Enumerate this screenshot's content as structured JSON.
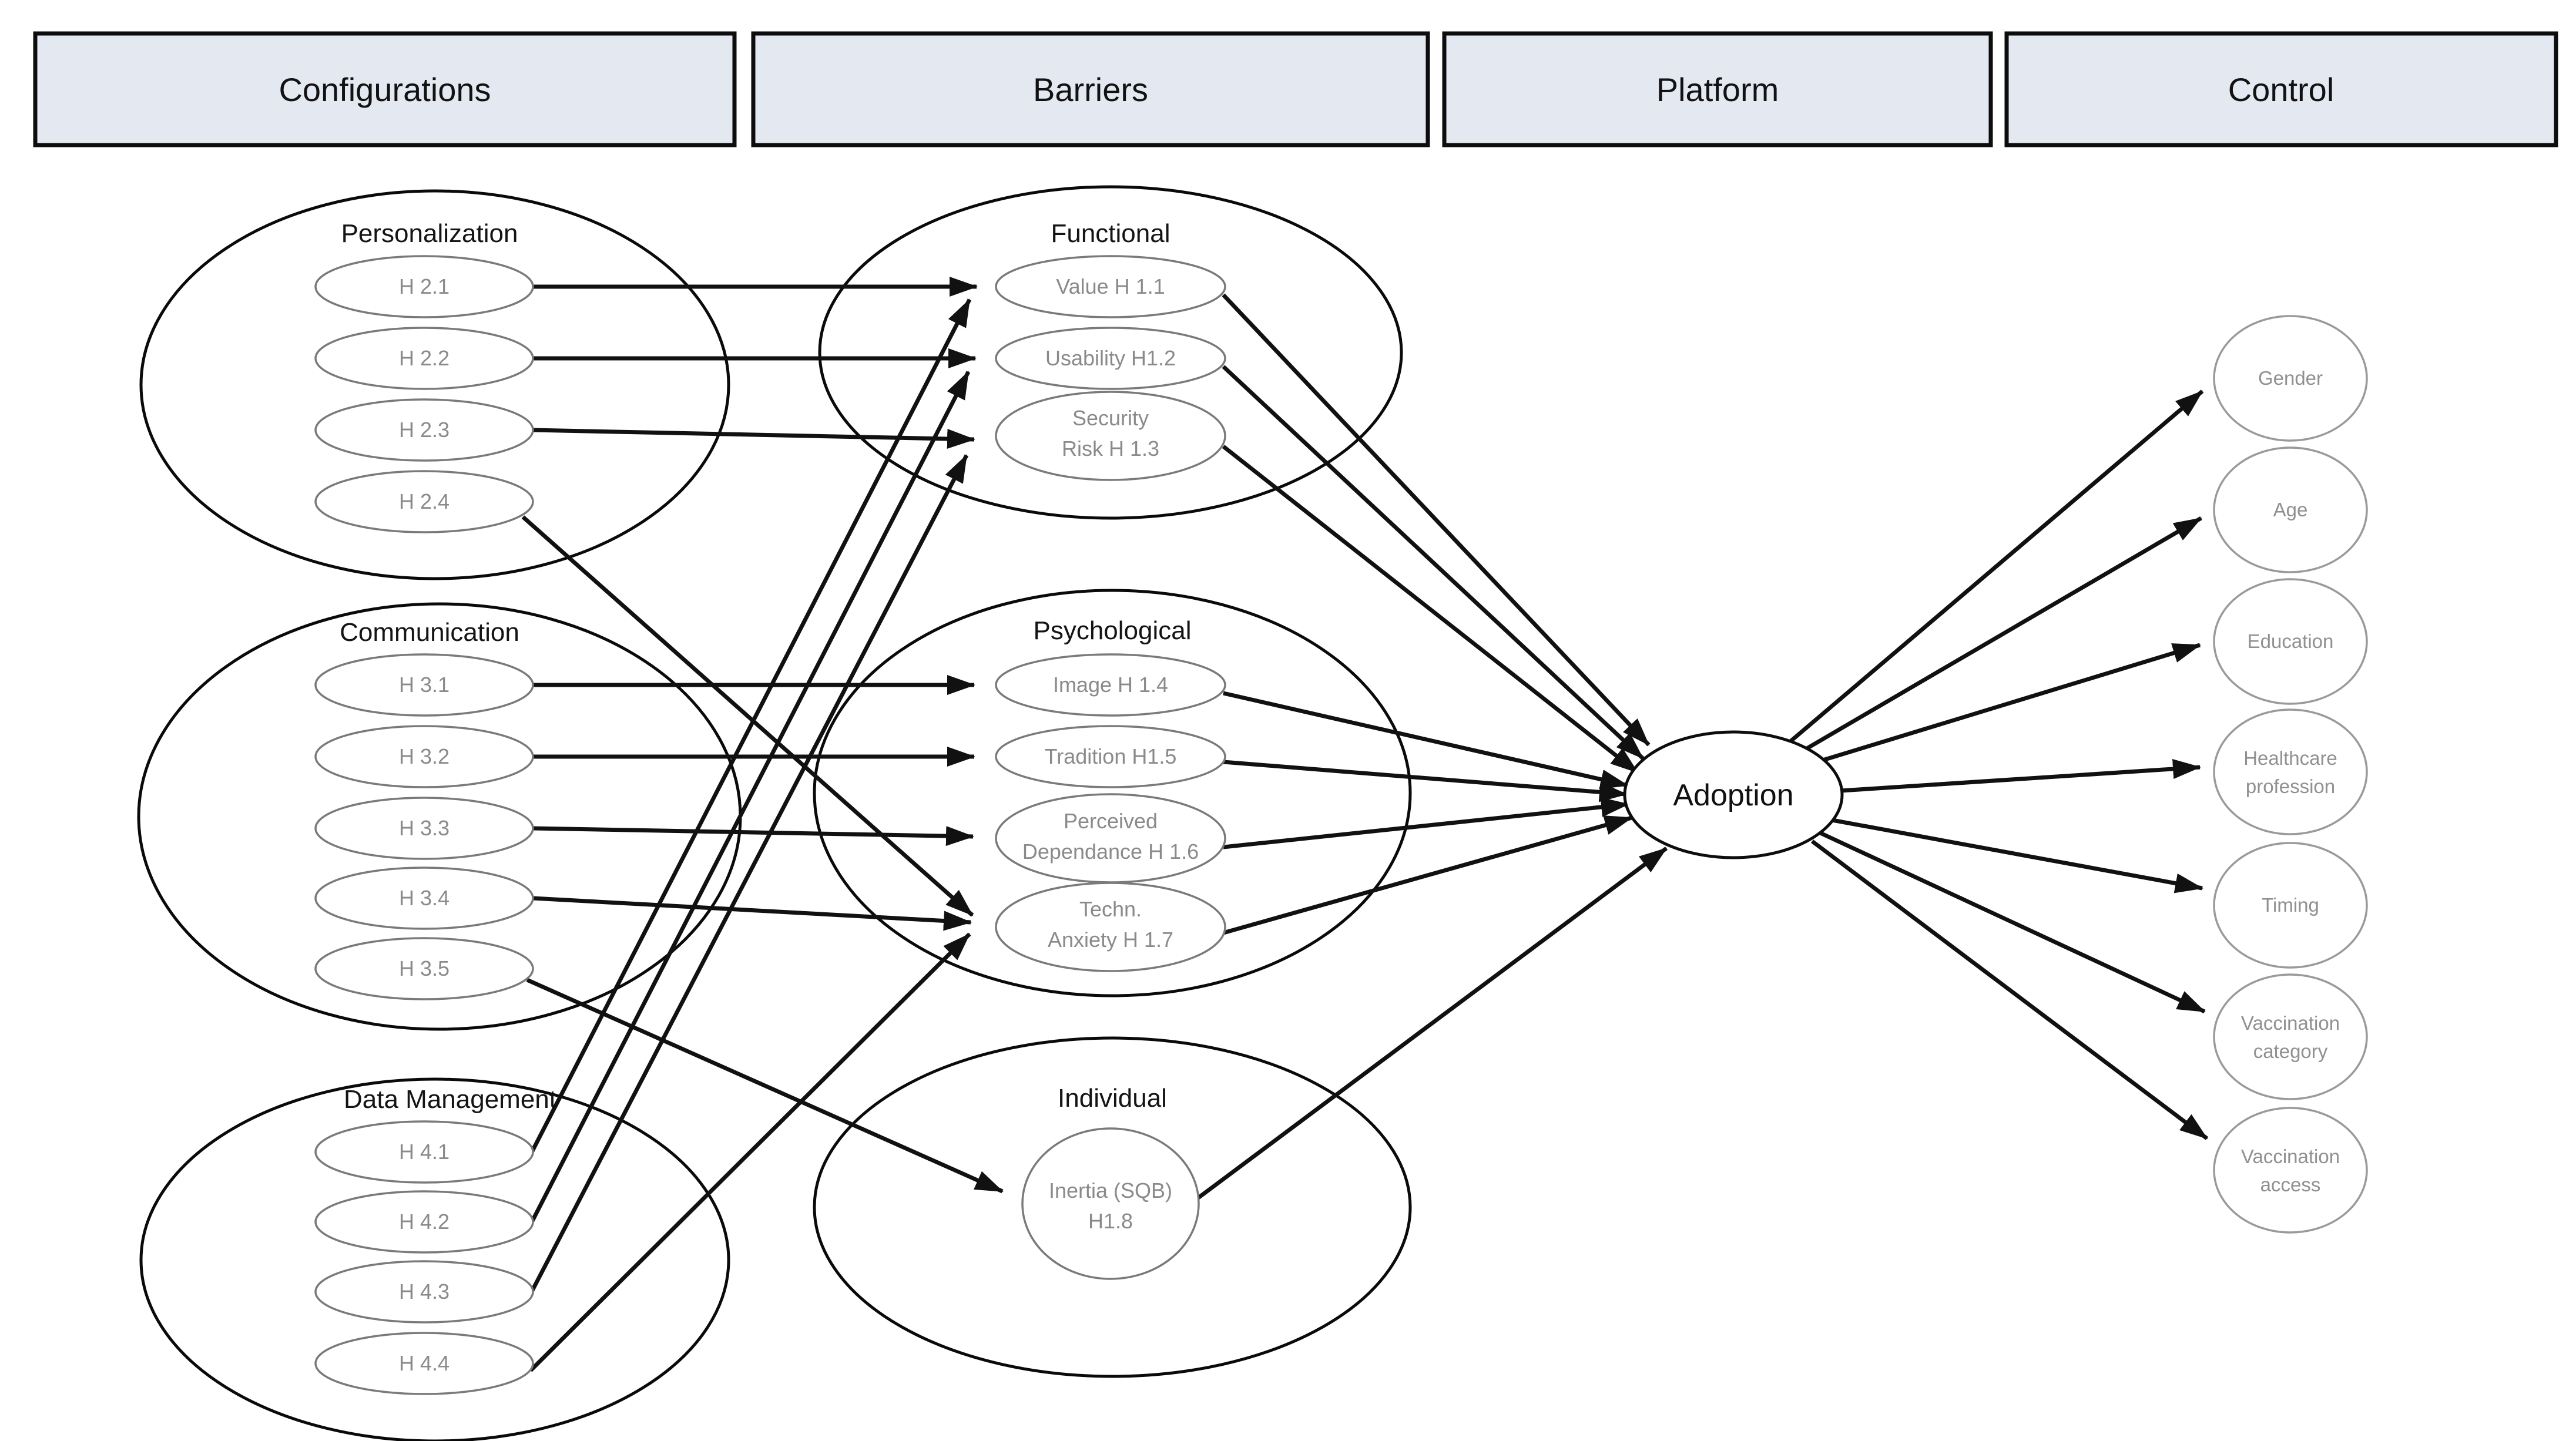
{
  "headers": [
    "Configurations",
    "Barriers",
    "Platform",
    "Control"
  ],
  "configurations": {
    "personalization": {
      "title": "Personalization",
      "items": [
        "H 2.1",
        "H 2.2",
        "H 2.3",
        "H 2.4"
      ]
    },
    "communication": {
      "title": "Communication",
      "items": [
        "H 3.1",
        "H 3.2",
        "H 3.3",
        "H 3.4",
        "H 3.5"
      ]
    },
    "data_management": {
      "title": "Data Management",
      "items": [
        "H 4.1",
        "H 4.2",
        "H 4.3",
        "H 4.4"
      ]
    }
  },
  "barriers": {
    "functional": {
      "title": "Functional",
      "nodes": [
        [
          "Value H 1.1"
        ],
        [
          "Usability H1.2"
        ],
        [
          "Security",
          "Risk H 1.3"
        ]
      ]
    },
    "psychological": {
      "title": "Psychological",
      "nodes": [
        [
          "Image H 1.4"
        ],
        [
          "Tradition H1.5"
        ],
        [
          "Perceived",
          "Dependance H 1.6"
        ],
        [
          "Techn.",
          "Anxiety H 1.7"
        ]
      ]
    },
    "individual": {
      "title": "Individual",
      "nodes": [
        [
          "Inertia (SQB)",
          "H1.8"
        ]
      ]
    }
  },
  "platform": {
    "adoption": "Adoption"
  },
  "controls": [
    [
      "Gender"
    ],
    [
      "Age"
    ],
    [
      "Education"
    ],
    [
      "Healthcare",
      "profession"
    ],
    [
      "Timing"
    ],
    [
      "Vaccination",
      "category"
    ],
    [
      "Vaccination",
      "access"
    ]
  ],
  "edges": [
    {
      "from": "H 2.1",
      "to": "Value H 1.1"
    },
    {
      "from": "H 2.2",
      "to": "Usability H1.2"
    },
    {
      "from": "H 2.3",
      "to": "Security Risk H 1.3"
    },
    {
      "from": "H 2.4",
      "to": "Techn. Anxiety H 1.7"
    },
    {
      "from": "H 3.1",
      "to": "Image H 1.4"
    },
    {
      "from": "H 3.2",
      "to": "Tradition H1.5"
    },
    {
      "from": "H 3.3",
      "to": "Perceived Dependance H 1.6"
    },
    {
      "from": "H 3.4",
      "to": "Techn. Anxiety H 1.7"
    },
    {
      "from": "H 3.5",
      "to": "Inertia (SQB) H1.8"
    },
    {
      "from": "H 4.1",
      "to": "Value H 1.1"
    },
    {
      "from": "H 4.2",
      "to": "Usability H1.2"
    },
    {
      "from": "H 4.3",
      "to": "Security Risk H 1.3"
    },
    {
      "from": "H 4.4",
      "to": "Techn. Anxiety H 1.7"
    },
    {
      "from": "Value H 1.1",
      "to": "Adoption"
    },
    {
      "from": "Usability H1.2",
      "to": "Adoption"
    },
    {
      "from": "Security Risk H 1.3",
      "to": "Adoption"
    },
    {
      "from": "Image H 1.4",
      "to": "Adoption"
    },
    {
      "from": "Tradition H1.5",
      "to": "Adoption"
    },
    {
      "from": "Perceived Dependance H 1.6",
      "to": "Adoption"
    },
    {
      "from": "Techn. Anxiety H 1.7",
      "to": "Adoption"
    },
    {
      "from": "Inertia (SQB) H1.8",
      "to": "Adoption"
    },
    {
      "from": "Adoption",
      "to": "Gender"
    },
    {
      "from": "Adoption",
      "to": "Age"
    },
    {
      "from": "Adoption",
      "to": "Education"
    },
    {
      "from": "Adoption",
      "to": "Healthcare profession"
    },
    {
      "from": "Adoption",
      "to": "Timing"
    },
    {
      "from": "Adoption",
      "to": "Vaccination category"
    },
    {
      "from": "Adoption",
      "to": "Vaccination access"
    }
  ],
  "colors": {
    "header_fill": "#e4e8f0",
    "header_border": "#0d0d0d",
    "cluster_stroke": "#0a0a0a",
    "node_stroke": "#7a7a7a",
    "node_text": "#8a8a8a",
    "control_stroke": "#9a9a9a",
    "arrow": "#111111",
    "background": "#ffffff"
  }
}
